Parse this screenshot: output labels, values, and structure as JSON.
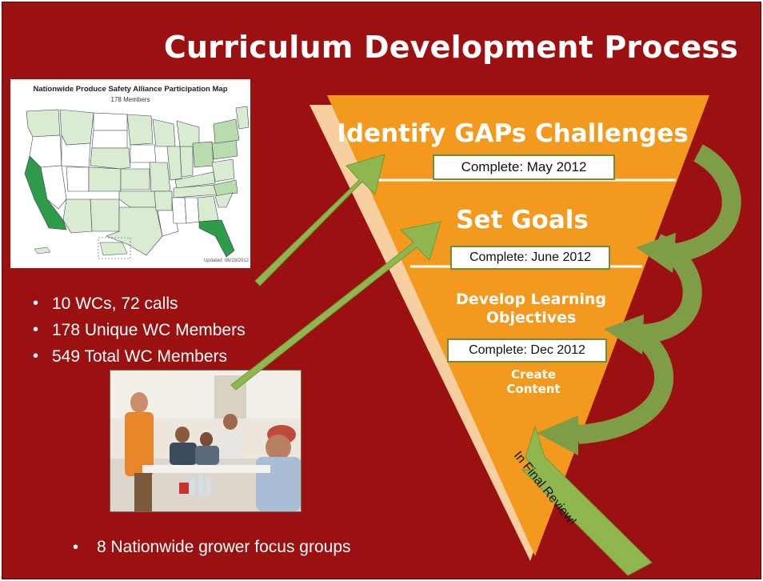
{
  "slide": {
    "title": "Curriculum Development Process",
    "colors": {
      "background": "#9b1111",
      "funnel_orange": "#f39a1e",
      "arrow_green": "#8fb64f",
      "curved_arrow_green": "#7f9d47"
    }
  },
  "map": {
    "title": "Nationwide Produce Safety Alliance Participation Map",
    "subtitle": "178 Members",
    "updated": "Updated: 06/19/2012"
  },
  "bullets": [
    "10 WCs, 72 calls",
    "178 Unique WC Members",
    "549 Total WC Members"
  ],
  "bottom_bullet": "8 Nationwide grower focus groups",
  "funnel": {
    "stages": [
      {
        "label": "Identify GAPs Challenges",
        "status": "Complete: May 2012"
      },
      {
        "label": "Set Goals",
        "status": "Complete: June 2012"
      },
      {
        "label_line1": "Develop Learning",
        "label_line2": "Objectives",
        "status": "Complete: Dec 2012"
      },
      {
        "label_line1": "Create",
        "label_line2": "Content"
      }
    ],
    "review_label": "In Final Review!"
  },
  "photo": {
    "description_icon": "focus-group-photo"
  }
}
